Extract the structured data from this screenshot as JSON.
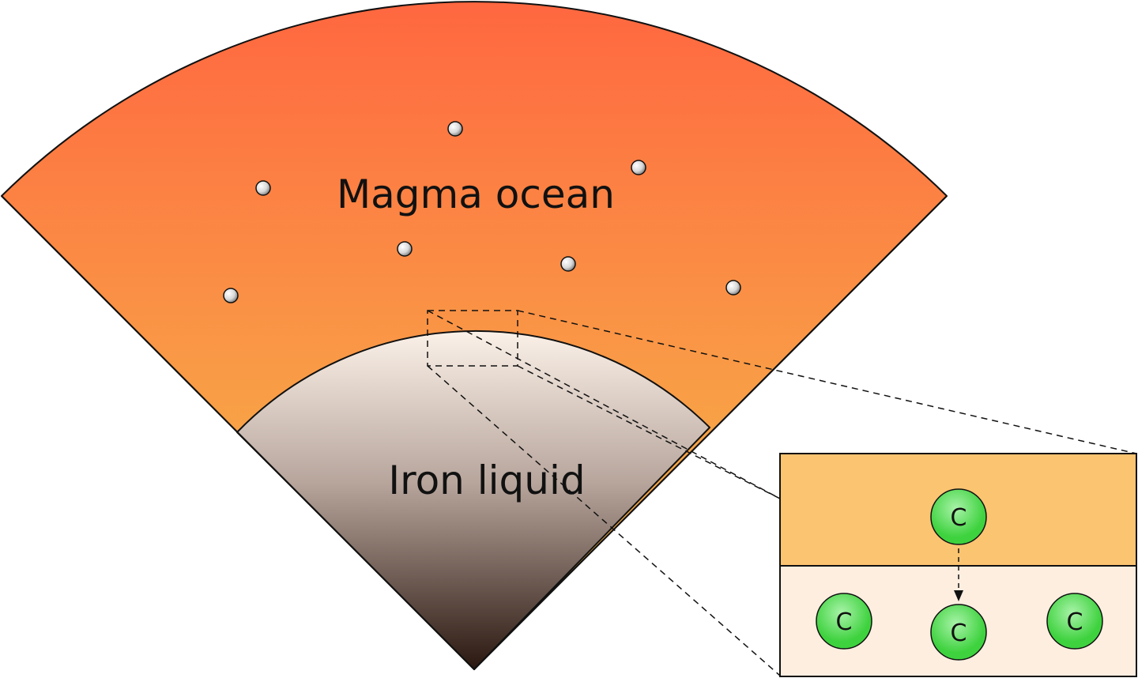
{
  "diagram": {
    "labels": {
      "magma": "Magma ocean",
      "iron": "Iron liquid"
    },
    "atom_symbol": "C",
    "colors": {
      "magma_top": "#ff6740",
      "magma_mid": "#f99a46",
      "magma_bottom": "#f6bf47",
      "iron_top": "#fbf1e8",
      "iron_mid": "#b7a59c",
      "iron_bottom": "#2a1810",
      "inset_magma": "#fbc471",
      "inset_iron": "#fdeee0",
      "atom_fill": "#3ed23e",
      "atom_highlight": "#a8f3a8",
      "particle": "#d8d8d8",
      "outline": "#111111"
    }
  }
}
